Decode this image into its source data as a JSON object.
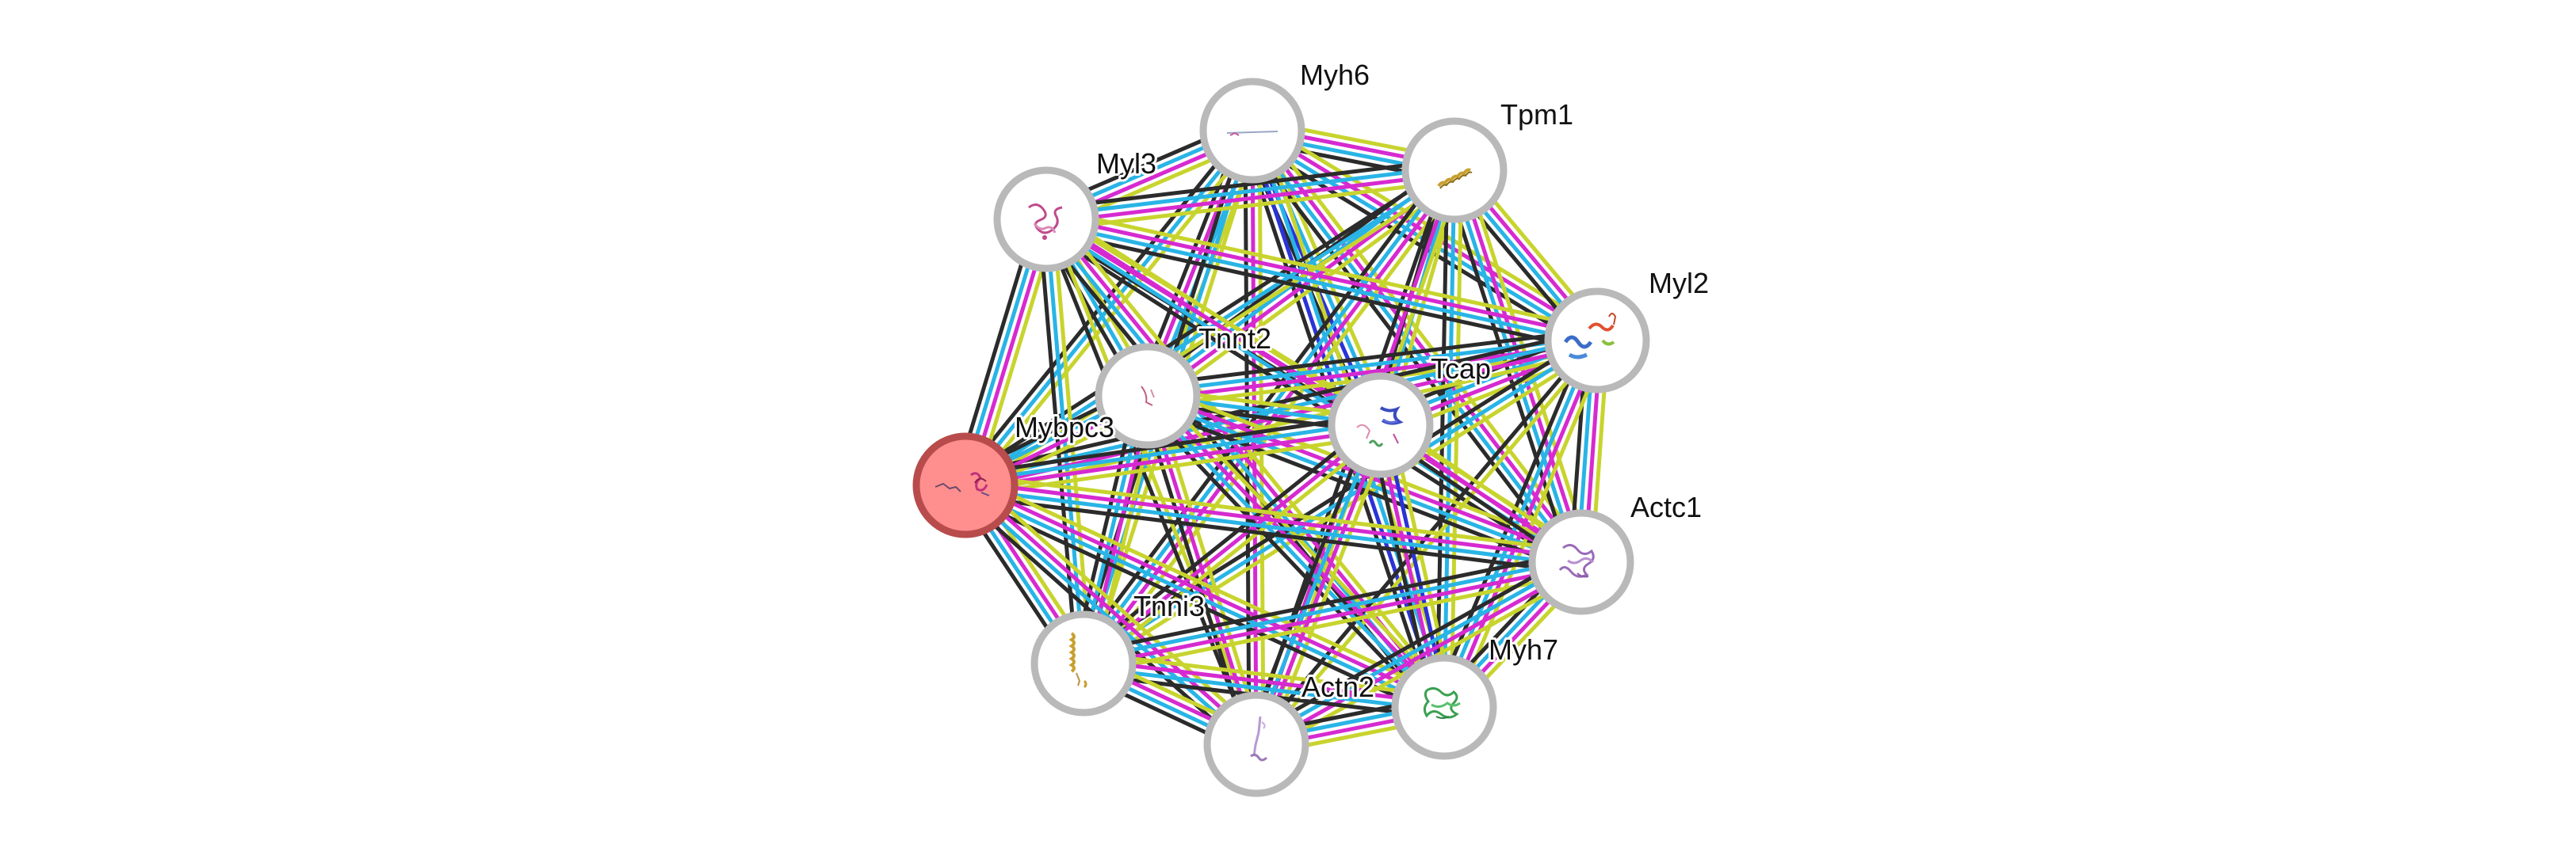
{
  "network": {
    "query_protein": "Mybpc3",
    "nodes": [
      {
        "id": "Myh6",
        "label": "Myh6",
        "query": false
      },
      {
        "id": "Tpm1",
        "label": "Tpm1",
        "query": false
      },
      {
        "id": "Myl3",
        "label": "Myl3",
        "query": false
      },
      {
        "id": "Myl2",
        "label": "Myl2",
        "query": false
      },
      {
        "id": "Tnnt2",
        "label": "Tnnt2",
        "query": false
      },
      {
        "id": "Tcap",
        "label": "Tcap",
        "query": false
      },
      {
        "id": "Mybpc3",
        "label": "Mybpc3",
        "query": true
      },
      {
        "id": "Actc1",
        "label": "Actc1",
        "query": false
      },
      {
        "id": "Tnni3",
        "label": "Tnni3",
        "query": false
      },
      {
        "id": "Myh7",
        "label": "Myh7",
        "query": false
      },
      {
        "id": "Actn2",
        "label": "Actn2",
        "query": false
      }
    ],
    "edge_colors": {
      "textmining": "#c8d42e",
      "coexpression": "#2b2b2b",
      "experiments": "#d62ad0",
      "databases": "#29b4e6",
      "gene_fusion": "#2a33d6",
      "cooccurrence": "#2a33d6"
    },
    "edges": [
      [
        "Myh6",
        "Tpm1",
        [
          "textmining",
          "experiments",
          "databases",
          "coexpression"
        ]
      ],
      [
        "Myh6",
        "Myl3",
        [
          "textmining",
          "experiments",
          "databases",
          "coexpression"
        ]
      ],
      [
        "Myh6",
        "Myl2",
        [
          "textmining",
          "experiments",
          "databases",
          "coexpression"
        ]
      ],
      [
        "Myh6",
        "Tnnt2",
        [
          "textmining",
          "databases",
          "experiments",
          "coexpression"
        ]
      ],
      [
        "Myh6",
        "Tcap",
        [
          "textmining",
          "databases",
          "gene_fusion",
          "coexpression"
        ]
      ],
      [
        "Myh6",
        "Mybpc3",
        [
          "textmining",
          "databases",
          "coexpression"
        ]
      ],
      [
        "Myh6",
        "Actc1",
        [
          "textmining",
          "experiments",
          "databases",
          "coexpression"
        ]
      ],
      [
        "Myh6",
        "Tnni3",
        [
          "textmining",
          "databases",
          "coexpression"
        ]
      ],
      [
        "Myh6",
        "Myh7",
        [
          "textmining",
          "databases",
          "gene_fusion",
          "coexpression"
        ]
      ],
      [
        "Myh6",
        "Actn2",
        [
          "textmining",
          "experiments",
          "coexpression"
        ]
      ],
      [
        "Tpm1",
        "Myl3",
        [
          "textmining",
          "experiments",
          "databases",
          "coexpression"
        ]
      ],
      [
        "Tpm1",
        "Myl2",
        [
          "textmining",
          "experiments",
          "databases",
          "coexpression"
        ]
      ],
      [
        "Tpm1",
        "Tnnt2",
        [
          "textmining",
          "experiments",
          "databases",
          "coexpression"
        ]
      ],
      [
        "Tpm1",
        "Tcap",
        [
          "textmining",
          "databases",
          "coexpression"
        ]
      ],
      [
        "Tpm1",
        "Mybpc3",
        [
          "textmining",
          "databases",
          "coexpression"
        ]
      ],
      [
        "Tpm1",
        "Actc1",
        [
          "textmining",
          "experiments",
          "databases",
          "coexpression"
        ]
      ],
      [
        "Tpm1",
        "Tnni3",
        [
          "textmining",
          "experiments",
          "databases",
          "coexpression"
        ]
      ],
      [
        "Tpm1",
        "Myh7",
        [
          "textmining",
          "databases",
          "coexpression"
        ]
      ],
      [
        "Tpm1",
        "Actn2",
        [
          "textmining",
          "experiments",
          "coexpression"
        ]
      ],
      [
        "Myl3",
        "Myl2",
        [
          "textmining",
          "experiments",
          "databases",
          "coexpression"
        ]
      ],
      [
        "Myl3",
        "Tnnt2",
        [
          "textmining",
          "databases",
          "coexpression"
        ]
      ],
      [
        "Myl3",
        "Tcap",
        [
          "textmining",
          "experiments",
          "coexpression"
        ]
      ],
      [
        "Myl3",
        "Mybpc3",
        [
          "textmining",
          "experiments",
          "databases",
          "coexpression"
        ]
      ],
      [
        "Myl3",
        "Actc1",
        [
          "textmining",
          "experiments",
          "databases",
          "coexpression"
        ]
      ],
      [
        "Myl3",
        "Tnni3",
        [
          "textmining",
          "databases",
          "coexpression"
        ]
      ],
      [
        "Myl3",
        "Myh7",
        [
          "textmining",
          "experiments",
          "databases",
          "coexpression"
        ]
      ],
      [
        "Myl3",
        "Actn2",
        [
          "textmining",
          "coexpression"
        ]
      ],
      [
        "Myl2",
        "Tnnt2",
        [
          "textmining",
          "experiments",
          "databases",
          "coexpression"
        ]
      ],
      [
        "Myl2",
        "Tcap",
        [
          "textmining",
          "experiments",
          "databases",
          "coexpression"
        ]
      ],
      [
        "Myl2",
        "Mybpc3",
        [
          "textmining",
          "experiments",
          "databases",
          "coexpression"
        ]
      ],
      [
        "Myl2",
        "Actc1",
        [
          "textmining",
          "experiments",
          "databases",
          "coexpression"
        ]
      ],
      [
        "Myl2",
        "Tnni3",
        [
          "textmining",
          "databases",
          "coexpression"
        ]
      ],
      [
        "Myl2",
        "Myh7",
        [
          "textmining",
          "experiments",
          "databases",
          "coexpression"
        ]
      ],
      [
        "Myl2",
        "Actn2",
        [
          "textmining",
          "coexpression"
        ]
      ],
      [
        "Tnnt2",
        "Tcap",
        [
          "textmining",
          "databases",
          "coexpression"
        ]
      ],
      [
        "Tnnt2",
        "Mybpc3",
        [
          "textmining",
          "experiments",
          "databases",
          "coexpression"
        ]
      ],
      [
        "Tnnt2",
        "Actc1",
        [
          "textmining",
          "experiments",
          "databases",
          "coexpression"
        ]
      ],
      [
        "Tnnt2",
        "Tnni3",
        [
          "textmining",
          "experiments",
          "databases",
          "coexpression"
        ]
      ],
      [
        "Tnnt2",
        "Myh7",
        [
          "textmining",
          "experiments",
          "databases",
          "coexpression"
        ]
      ],
      [
        "Tnnt2",
        "Actn2",
        [
          "textmining",
          "experiments",
          "coexpression"
        ]
      ],
      [
        "Tcap",
        "Mybpc3",
        [
          "textmining",
          "experiments",
          "databases",
          "coexpression"
        ]
      ],
      [
        "Tcap",
        "Actc1",
        [
          "textmining",
          "experiments",
          "coexpression"
        ]
      ],
      [
        "Tcap",
        "Tnni3",
        [
          "textmining",
          "experiments",
          "coexpression"
        ]
      ],
      [
        "Tcap",
        "Myh7",
        [
          "textmining",
          "gene_fusion",
          "experiments",
          "coexpression"
        ]
      ],
      [
        "Tcap",
        "Actn2",
        [
          "textmining",
          "experiments",
          "databases",
          "coexpression"
        ]
      ],
      [
        "Mybpc3",
        "Actc1",
        [
          "textmining",
          "experiments",
          "databases",
          "coexpression"
        ]
      ],
      [
        "Mybpc3",
        "Tnni3",
        [
          "textmining",
          "experiments",
          "databases",
          "coexpression"
        ]
      ],
      [
        "Mybpc3",
        "Myh7",
        [
          "textmining",
          "experiments",
          "databases",
          "coexpression"
        ]
      ],
      [
        "Mybpc3",
        "Actn2",
        [
          "textmining",
          "experiments",
          "databases",
          "coexpression"
        ]
      ],
      [
        "Actc1",
        "Tnni3",
        [
          "textmining",
          "experiments",
          "databases",
          "coexpression"
        ]
      ],
      [
        "Actc1",
        "Myh7",
        [
          "textmining",
          "experiments",
          "databases",
          "coexpression"
        ]
      ],
      [
        "Actc1",
        "Actn2",
        [
          "textmining",
          "experiments",
          "databases",
          "coexpression"
        ]
      ],
      [
        "Tnni3",
        "Myh7",
        [
          "textmining",
          "experiments",
          "databases",
          "coexpression"
        ]
      ],
      [
        "Tnni3",
        "Actn2",
        [
          "textmining",
          "experiments",
          "databases",
          "coexpression"
        ]
      ],
      [
        "Myh7",
        "Actn2",
        [
          "textmining",
          "experiments",
          "databases",
          "coexpression"
        ]
      ]
    ],
    "colors": {
      "node_fill": "#ffffff",
      "node_ring": "#b9b9b9",
      "query_fill": "#ff8f8f",
      "query_ring": "#b84c4c",
      "background": "#ffffff"
    }
  }
}
